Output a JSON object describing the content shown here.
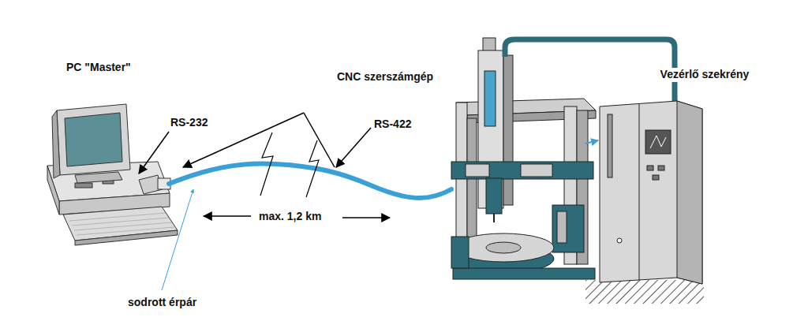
{
  "diagram": {
    "labels": [
      "PC \"Master\"",
      "CNC szerszámgép",
      "Vezérlő szekrény",
      "RS-232",
      "RS-422",
      "max. 1,2 km",
      "sodrott érpár"
    ]
  }
}
